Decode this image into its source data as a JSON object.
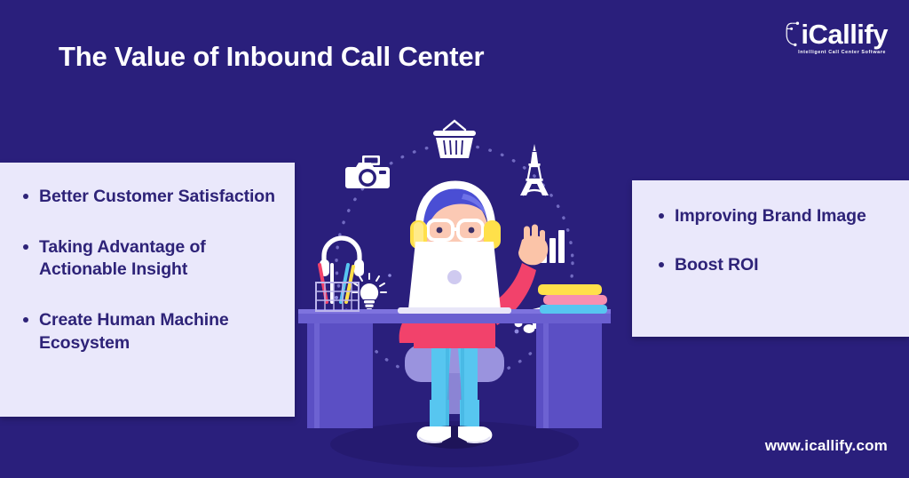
{
  "brand": {
    "logo_text": "iCallify",
    "logo_tagline": "Intelligent Call Center Software",
    "logo_mark_icon": "phone-network-icon",
    "website": "www.icallify.com"
  },
  "header": {
    "title": "The Value of Inbound Call Center"
  },
  "colors": {
    "background": "#2A1F7C",
    "panel": "#EAE8FB",
    "panel_text": "#2E2378",
    "title_text": "#FFFFFF",
    "shirt_pink": "#F2426B",
    "pants_blue": "#57C6F0",
    "hair_blue": "#4A4ED4",
    "accent_yellow": "#FFE04A",
    "desk_purple": "#5B4FC4"
  },
  "panels": {
    "left": {
      "items": [
        "Better Customer Satisfaction",
        "Taking Advantage of Actionable Insight",
        "Create Human Machine Ecosystem"
      ]
    },
    "right": {
      "items": [
        "Improving Brand Image",
        "Boost ROI"
      ]
    }
  },
  "illustration": {
    "description": "Call center agent with headset sitting at a desk using a laptop, surrounded by a dotted circle of icons",
    "character": {
      "hair": "blue",
      "glasses": "white",
      "headset": "white band with yellow earcups and yellow microphone",
      "shirt": "pink",
      "pants": "light blue",
      "shoes": "white"
    },
    "orbit_icons": [
      "shopping-basket-icon",
      "camera-icon",
      "eiffel-tower-icon",
      "headphones-icon",
      "bar-chart-icon",
      "lightbulb-icon",
      "music-note-icon"
    ],
    "desk_items": [
      "pencil-cup",
      "laptop",
      "book-stack"
    ]
  }
}
